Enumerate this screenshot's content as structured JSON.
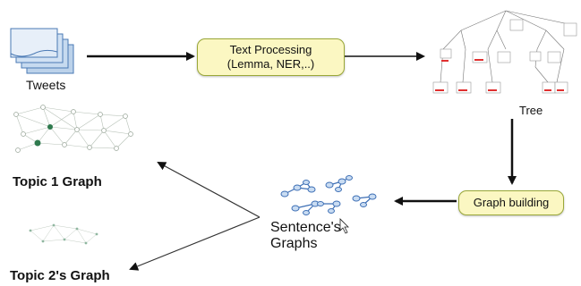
{
  "nodes": {
    "tweets": "Tweets",
    "text_processing": [
      "Text Processing",
      "(Lemma, NER,..)"
    ],
    "tree": "Tree",
    "graph_building": "Graph building",
    "sentence_graphs": [
      "Sentence's",
      "Graphs"
    ],
    "topic1": "Topic 1 Graph",
    "topic2": "Topic 2's Graph"
  },
  "colors": {
    "box_fill": "#fbf7c2",
    "box_border": "#9aa838",
    "node_fill": "#c9dcf2",
    "node_stroke": "#3d6fb5"
  }
}
